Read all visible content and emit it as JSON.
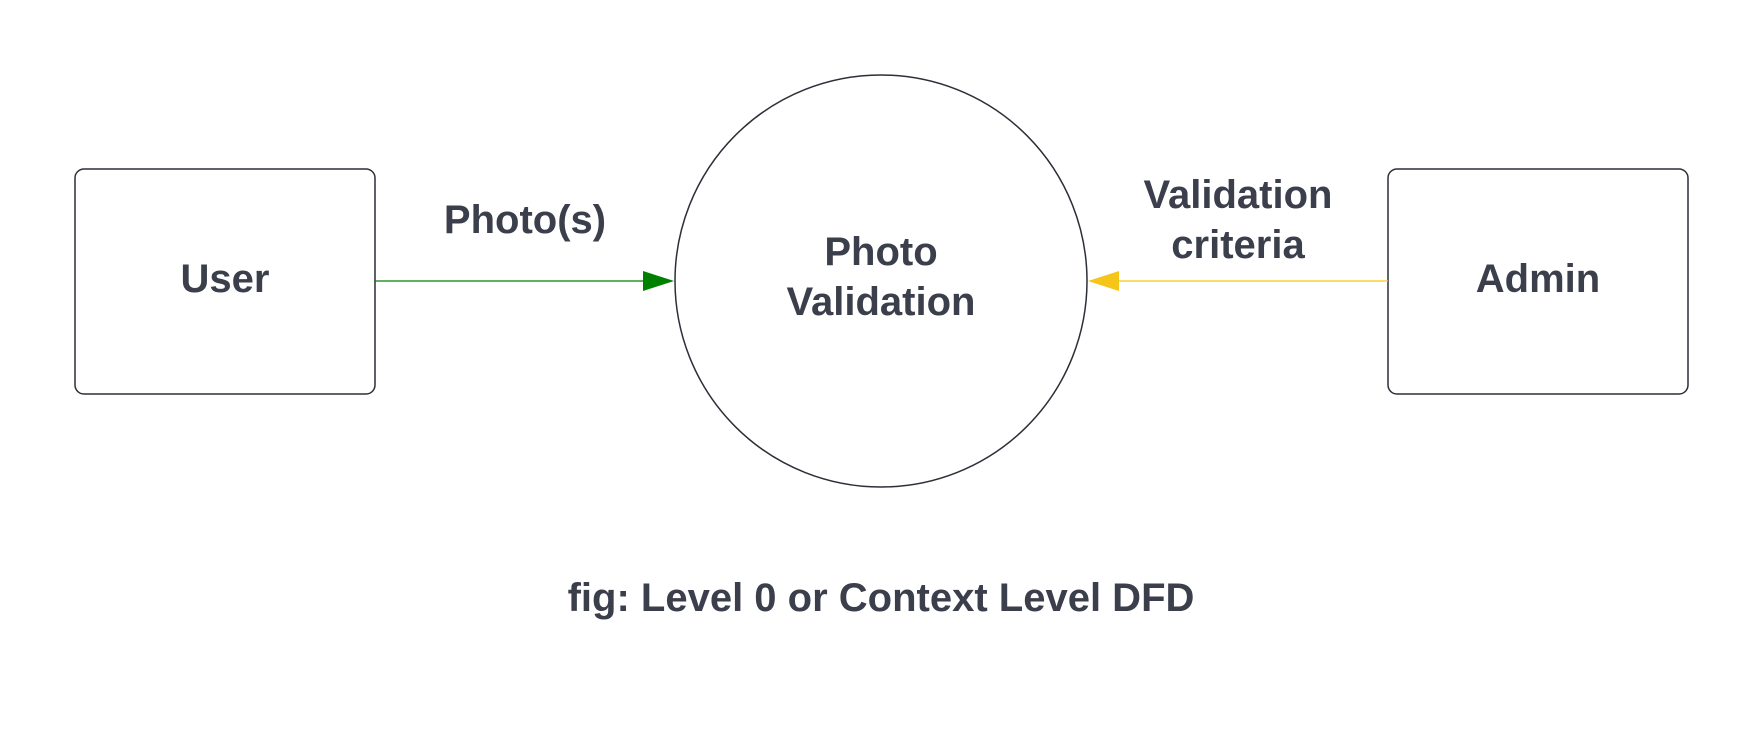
{
  "entities": {
    "user": {
      "label": "User"
    },
    "admin": {
      "label": "Admin"
    }
  },
  "process": {
    "label_line1": "Photo",
    "label_line2": "Validation"
  },
  "flows": {
    "photos": {
      "label": "Photo(s)",
      "color": "#008000"
    },
    "criteria": {
      "label_line1": "Validation",
      "label_line2": "criteria",
      "color": "#F5C518"
    }
  },
  "caption": "fig: Level 0 or Context Level DFD",
  "colors": {
    "text": "#3A3F4B",
    "outline": "#2B2F38",
    "background": "#FFFFFF"
  }
}
